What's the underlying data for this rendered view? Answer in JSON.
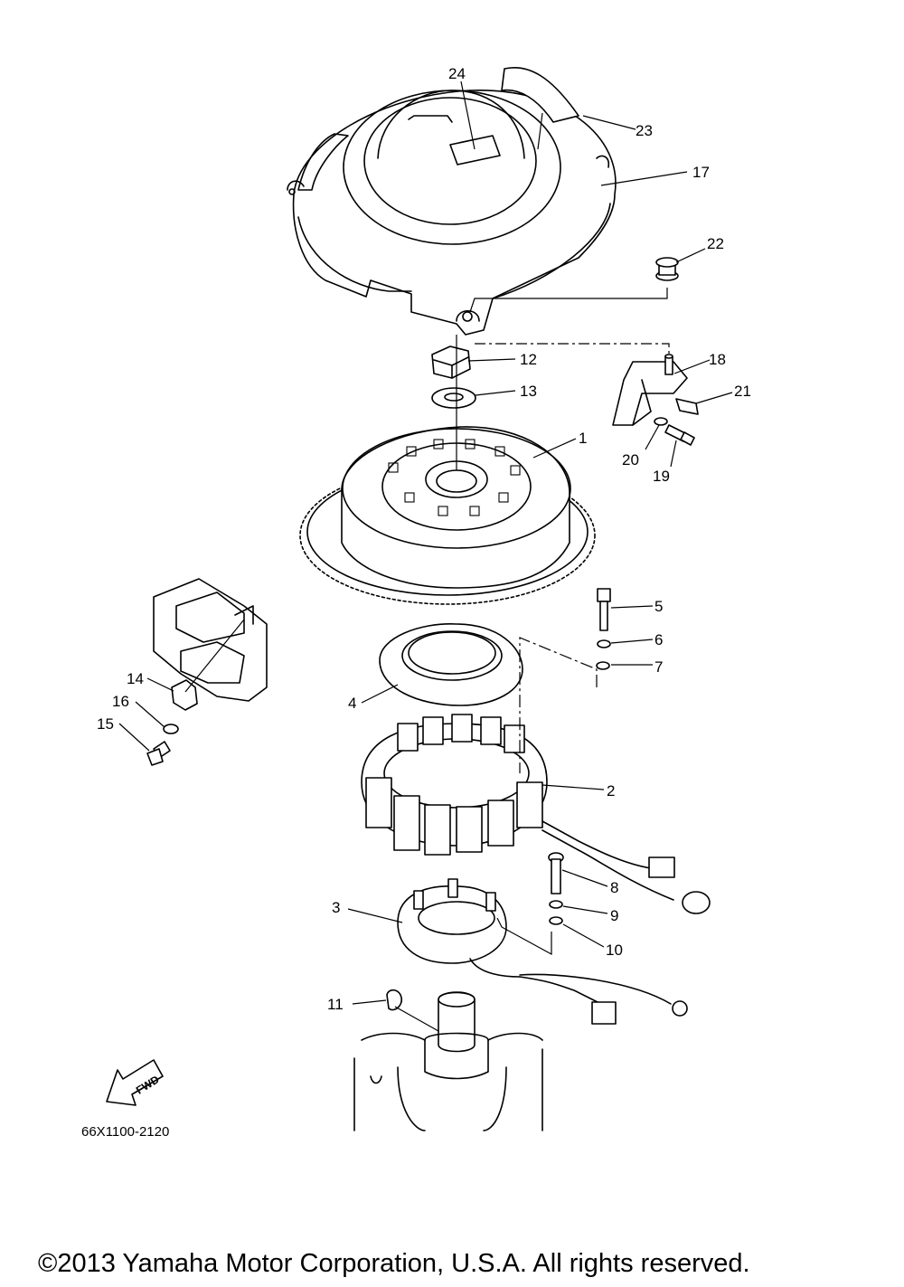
{
  "diagram": {
    "part_code": "66X1100-2120",
    "copyright": "©2013 Yamaha Motor Corporation, U.S.A. All rights reserved.",
    "fwd_label": "FWD",
    "callouts": [
      "1",
      "2",
      "3",
      "4",
      "5",
      "6",
      "7",
      "8",
      "9",
      "10",
      "11",
      "12",
      "13",
      "14",
      "15",
      "16",
      "17",
      "18",
      "19",
      "20",
      "21",
      "22",
      "23",
      "24"
    ]
  }
}
